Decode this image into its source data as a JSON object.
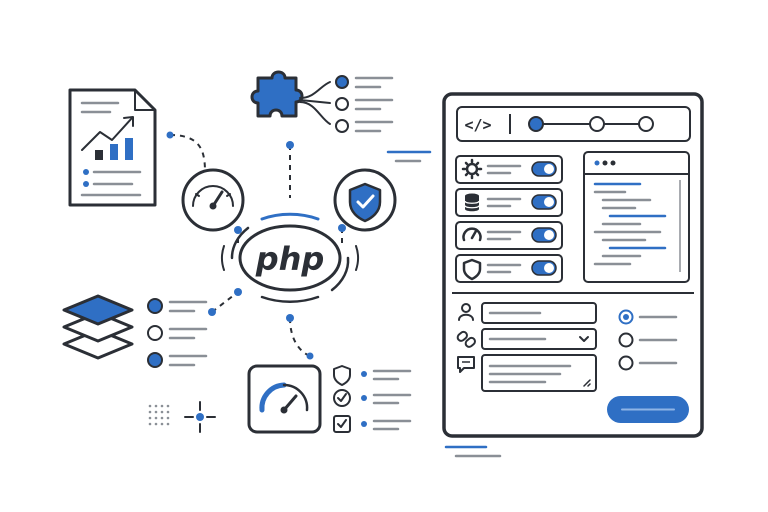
{
  "colors": {
    "ink": "#2b2f36",
    "accent": "#2f6fc4",
    "muted": "#8a8f96",
    "panel_bg": "#f4f6f8",
    "white": "#ffffff"
  },
  "hub": {
    "logo_text": "php"
  },
  "icons": {
    "report": "chart-document-icon",
    "puzzle": "puzzle-piece-icon",
    "gauge_small": "speedometer-icon",
    "shield_check": "shield-check-icon",
    "layers": "layers-icon",
    "gauge_large": "dashboard-gauge-icon",
    "code": "code-brackets-icon",
    "gear": "gear-icon",
    "database": "database-icon",
    "speed": "speed-icon",
    "shield": "shield-icon",
    "user": "user-icon",
    "link": "link-icon",
    "comment": "comment-icon"
  },
  "form_panel": {
    "toolbar_code_symbol": "</>",
    "settings_rows": [
      {
        "icon": "gear-icon",
        "toggle_on": true
      },
      {
        "icon": "database-icon",
        "toggle_on": true
      },
      {
        "icon": "speed-icon",
        "toggle_on": true
      },
      {
        "icon": "shield-icon",
        "toggle_on": true
      }
    ],
    "stepper_steps": 3,
    "stepper_active": 1,
    "radio_options": 3,
    "radio_selected": 1
  }
}
